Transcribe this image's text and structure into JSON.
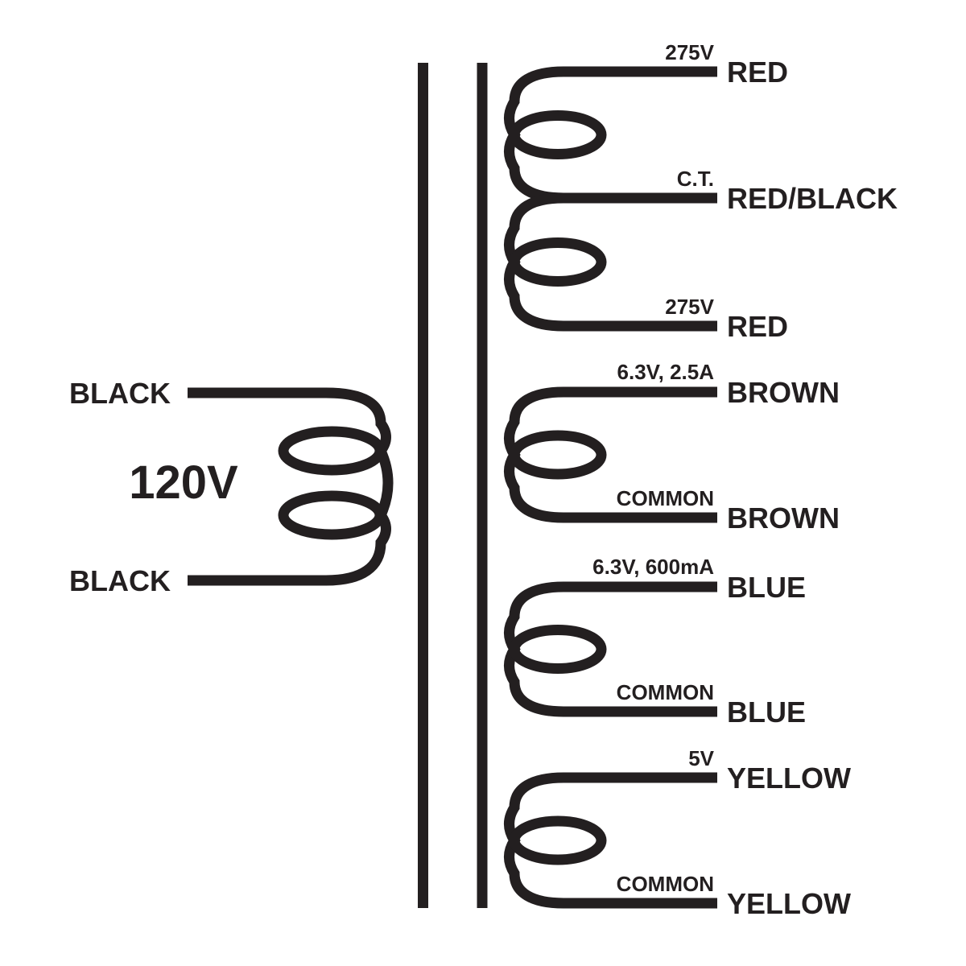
{
  "colors": {
    "ink": "#231f20",
    "background": "#ffffff"
  },
  "primary": {
    "voltage": "120V",
    "leads": [
      {
        "label": "BLACK"
      },
      {
        "label": "BLACK"
      }
    ]
  },
  "secondaries": [
    {
      "taps": [
        {
          "tap": "275V",
          "wire": "RED"
        },
        {
          "tap": "C.T.",
          "wire": "RED/BLACK"
        },
        {
          "tap": "275V",
          "wire": "RED"
        }
      ]
    },
    {
      "taps": [
        {
          "tap": "6.3V, 2.5A",
          "wire": "BROWN"
        },
        {
          "tap": "COMMON",
          "wire": "BROWN"
        }
      ]
    },
    {
      "taps": [
        {
          "tap": "6.3V, 600mA",
          "wire": "BLUE"
        },
        {
          "tap": "COMMON",
          "wire": "BLUE"
        }
      ]
    },
    {
      "taps": [
        {
          "tap": "5V",
          "wire": "YELLOW"
        },
        {
          "tap": "COMMON",
          "wire": "YELLOW"
        }
      ]
    }
  ]
}
